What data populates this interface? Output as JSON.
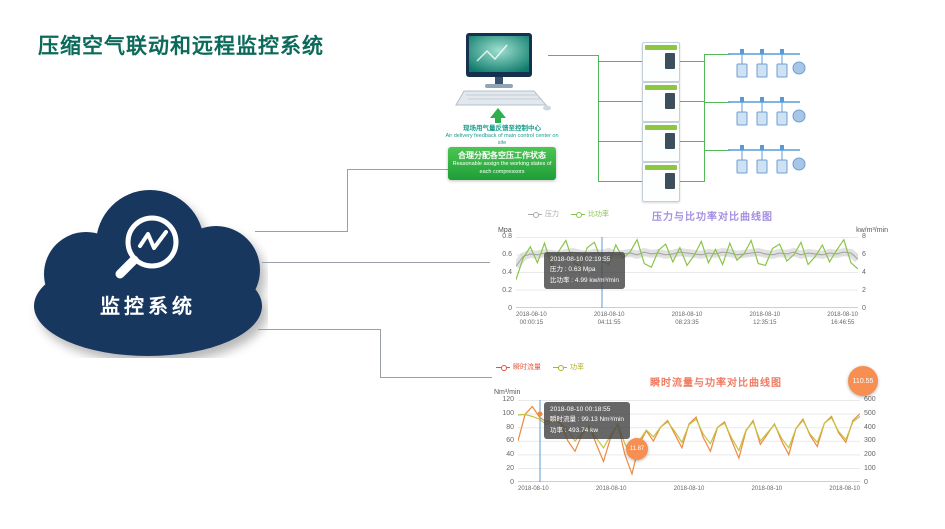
{
  "slide": {
    "title": "压缩空气联动和远程监控系统",
    "title_color": "#0c6a5b"
  },
  "cloud": {
    "label": "监控系统",
    "color": "#17375e"
  },
  "diagram": {
    "feedback_cn": "现场用气量反馈至控制中心",
    "feedback_en": "Air delivery feedback of main control center on site",
    "assign_cn": "合理分配各空压工作状态",
    "assign_en": "Reasonable assign the working states of each compressors"
  },
  "chart_data": [
    {
      "id": "pressure-power",
      "type": "line",
      "title": "压力与比功率对比曲线图",
      "title_color": "#a58fe0",
      "unit_left": "Mpa",
      "unit_right": "kw/m³/min",
      "ylim_left": [
        0,
        0.8
      ],
      "ylim_right": [
        0,
        8
      ],
      "yticks_left": [
        "0.8",
        "0.6",
        "0.4",
        "0.2",
        "0"
      ],
      "yticks_right": [
        "8",
        "6",
        "4",
        "2",
        "0"
      ],
      "x_ticks": [
        [
          "2018-08-10",
          "00:00:15"
        ],
        [
          "2018-08-10",
          "04:11:55"
        ],
        [
          "2018-08-10",
          "08:23:35"
        ],
        [
          "2018-08-10",
          "12:35:15"
        ],
        [
          "2018-08-10",
          "16:46:55"
        ]
      ],
      "legend": [
        {
          "label": "压力",
          "color": "#a8a8a8"
        },
        {
          "label": "比功率",
          "color": "#8bc34a"
        }
      ],
      "tooltip": [
        "2018-08-10 02:19:55",
        "压力 : 0.63 Mpa",
        "比功率 : 4.99 kw/m³/min"
      ],
      "grid": true,
      "legend_position": "top-left",
      "series": [
        {
          "name": "压力",
          "key": "pressure",
          "axis": "left",
          "color": "#bdbdbd",
          "band": true,
          "values": [
            0.47,
            0.58,
            0.61,
            0.6,
            0.62,
            0.61,
            0.6,
            0.62,
            0.63,
            0.61,
            0.6,
            0.62,
            0.61,
            0.63,
            0.6,
            0.61,
            0.62,
            0.6,
            0.63,
            0.61,
            0.62,
            0.6,
            0.61,
            0.63,
            0.62,
            0.61,
            0.6,
            0.62,
            0.61,
            0.63,
            0.62,
            0.6,
            0.61,
            0.62,
            0.63,
            0.61,
            0.6,
            0.62,
            0.61,
            0.63,
            0.6,
            0.62,
            0.61,
            0.6,
            0.62,
            0.61,
            0.63,
            0.62,
            0.55
          ]
        },
        {
          "name": "比功率",
          "key": "specific-power",
          "axis": "right",
          "color": "#8bc34a",
          "values": [
            3.2,
            5.6,
            6.9,
            5.1,
            7.3,
            4.8,
            6.4,
            7.6,
            5.2,
            4.7,
            6.8,
            7.4,
            5.3,
            4.9,
            7.1,
            5.6,
            6.3,
            7.7,
            5.0,
            4.6,
            6.5,
            7.2,
            5.2,
            6.8,
            4.8,
            5.9,
            7.5,
            5.1,
            6.6,
            4.9,
            7.3,
            5.4,
            6.1,
            7.6,
            5.0,
            4.8,
            6.7,
            7.2,
            5.3,
            6.0,
            7.4,
            4.9,
            5.8,
            7.1,
            5.2,
            6.5,
            7.7,
            5.1,
            4.4
          ]
        }
      ]
    },
    {
      "id": "flow-power",
      "type": "line",
      "title": "瞬时流量与功率对比曲线图",
      "title_color": "#f07b63",
      "unit_left": "Nm³/min",
      "ylim_left": [
        0,
        120
      ],
      "ylim_right": [
        0,
        600
      ],
      "yticks_left": [
        "120",
        "100",
        "80",
        "60",
        "40",
        "20",
        "0"
      ],
      "yticks_right": [
        "600",
        "500",
        "400",
        "300",
        "200",
        "100",
        "0"
      ],
      "x_ticks": [
        "2018-08-10",
        "2018-08-10",
        "2018-08-10",
        "2018-08-10",
        "2018-08-10"
      ],
      "legend": [
        {
          "label": "瞬时流量",
          "color": "#e8543a"
        },
        {
          "label": "功率",
          "color": "#b2b21f"
        }
      ],
      "tooltip": [
        "2018-08-10 00:18:55",
        "瞬时流量 : 99.13 Nm³/min",
        "功率 : 493.74 kw"
      ],
      "badges": [
        {
          "value": "110.55"
        },
        {
          "value": "11.87"
        }
      ],
      "grid": true,
      "legend_position": "top-left",
      "series": [
        {
          "name": "瞬时流量",
          "key": "flow",
          "axis": "left",
          "color": "#f0883e",
          "values": [
            60,
            99.13,
            110.55,
            95,
            88,
            92,
            85,
            60,
            45,
            70,
            82,
            55,
            30,
            65,
            85,
            40,
            11.87,
            55,
            75,
            60,
            80,
            90,
            70,
            50,
            85,
            95,
            65,
            45,
            80,
            88,
            60,
            35,
            75,
            90,
            55,
            70,
            85,
            60,
            40,
            78,
            92,
            68,
            52,
            86,
            96,
            72,
            58,
            90,
            100
          ]
        },
        {
          "name": "功率",
          "key": "power",
          "axis": "right",
          "color": "#c3c341",
          "values": [
            490,
            493.74,
            480,
            460,
            420,
            450,
            430,
            380,
            300,
            360,
            400,
            320,
            250,
            340,
            420,
            280,
            180,
            300,
            380,
            330,
            400,
            440,
            370,
            290,
            420,
            460,
            350,
            280,
            400,
            430,
            320,
            230,
            380,
            440,
            300,
            360,
            420,
            320,
            250,
            390,
            450,
            350,
            290,
            430,
            470,
            370,
            310,
            440,
            480
          ]
        }
      ]
    }
  ]
}
